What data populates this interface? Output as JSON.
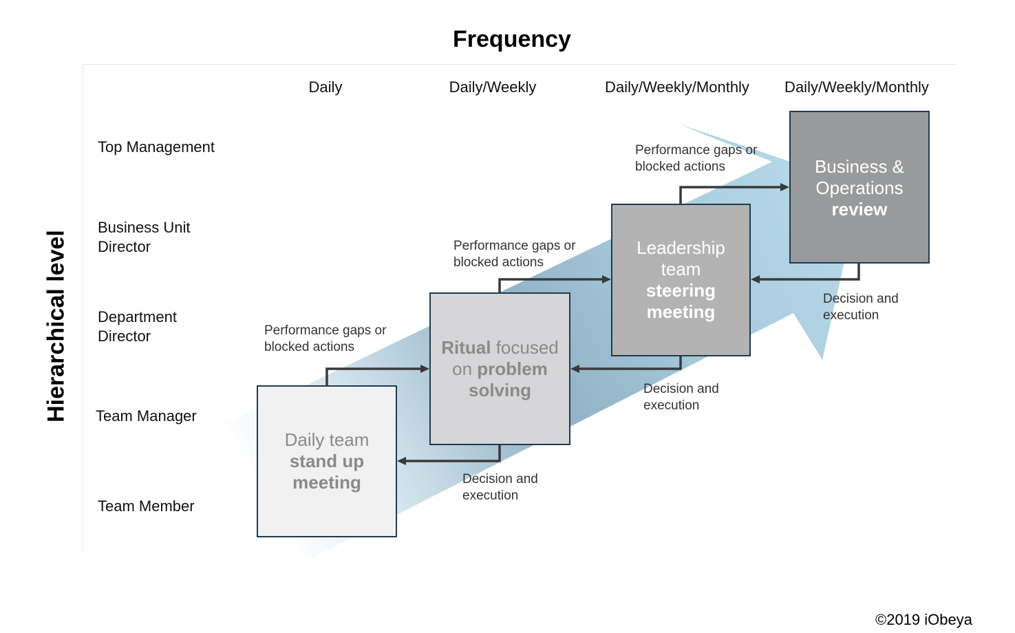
{
  "title": "Frequency",
  "y_axis_label": "Hierarchical level",
  "frequencies": [
    "Daily",
    "Daily/Weekly",
    "Daily/Weekly/Monthly",
    "Daily/Weekly/Monthly"
  ],
  "levels": [
    "Top Management",
    "Business Unit Director",
    "Department Director",
    "Team Manager",
    "Team Member"
  ],
  "boxes": [
    {
      "normal_1": "Daily team",
      "bold_1": "stand up meeting"
    },
    {
      "bold_1": "Ritual",
      "normal_1": "focused on",
      "bold_2": "problem solving"
    },
    {
      "normal_1": "Leadership team",
      "bold_1": "steering meeting"
    },
    {
      "normal_1": "Business & Operations",
      "bold_1": "review"
    }
  ],
  "escalation_label": "Performance gaps or blocked actions",
  "decision_label": "Decision and execution",
  "copyright": "©2019 iObeya",
  "colors": {
    "arrow": "#a9d3e6",
    "arrow_shade": "#7a98ad",
    "box_border": "#1f3a4f",
    "connector": "#3a3a3a"
  }
}
